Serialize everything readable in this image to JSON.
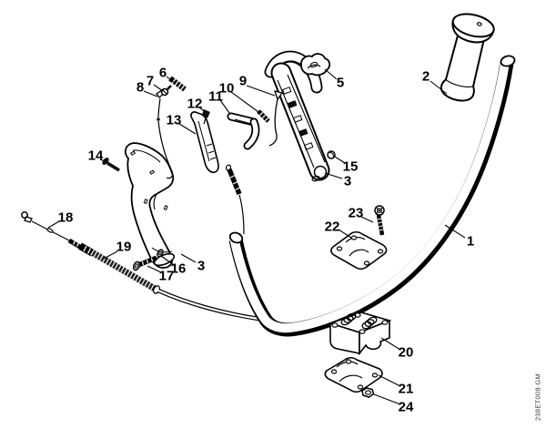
{
  "diagram": {
    "watermark": "238ET008 GM",
    "background_color": "#ffffff",
    "line_color": "#000000"
  },
  "callouts": {
    "c1": {
      "label": "1"
    },
    "c2": {
      "label": "2"
    },
    "c3r": {
      "label": "3"
    },
    "c3l": {
      "label": "3"
    },
    "c5": {
      "label": "5"
    },
    "c6": {
      "label": "6"
    },
    "c7": {
      "label": "7"
    },
    "c8": {
      "label": "8"
    },
    "c9": {
      "label": "9"
    },
    "c10": {
      "label": "10"
    },
    "c11": {
      "label": "11"
    },
    "c12": {
      "label": "12"
    },
    "c13": {
      "label": "13"
    },
    "c14": {
      "label": "14"
    },
    "c15": {
      "label": "15"
    },
    "c16": {
      "label": "16"
    },
    "c17": {
      "label": "17"
    },
    "c18": {
      "label": "18"
    },
    "c19": {
      "label": "19"
    },
    "c20": {
      "label": "20"
    },
    "c21": {
      "label": "21"
    },
    "c22": {
      "label": "22"
    },
    "c23": {
      "label": "23"
    },
    "c24": {
      "label": "24"
    }
  }
}
